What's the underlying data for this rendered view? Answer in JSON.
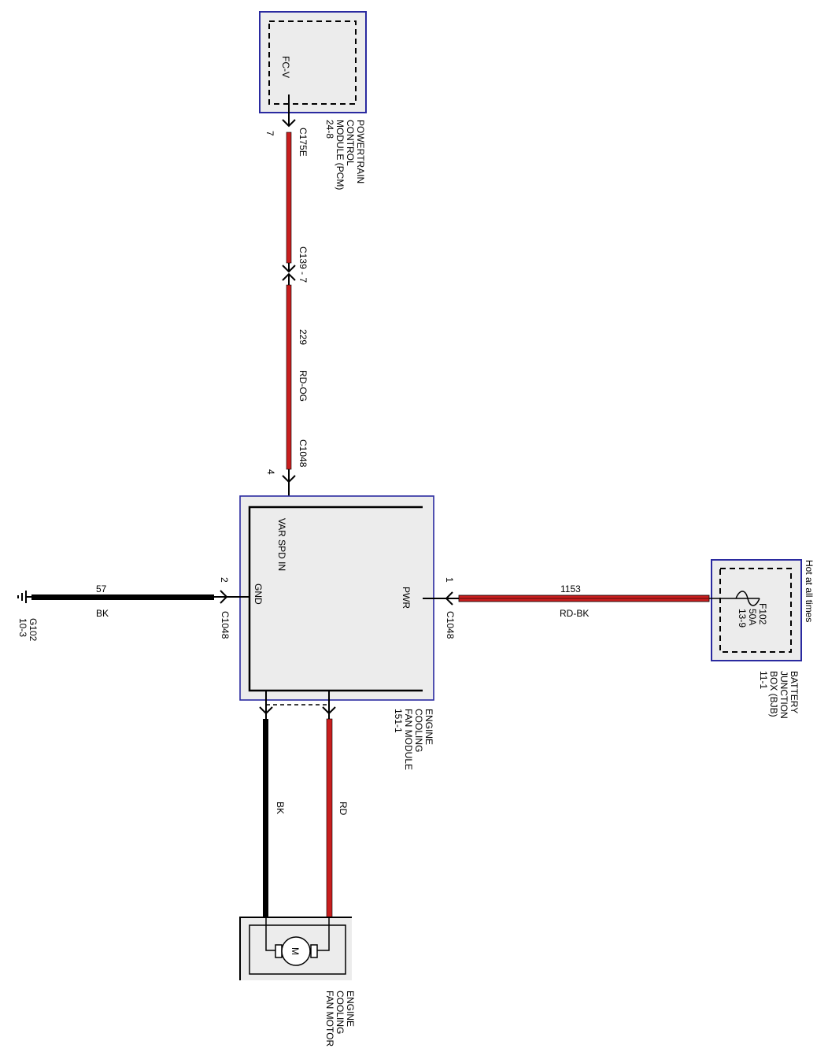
{
  "colors": {
    "wire_red": "#c81e1e",
    "wire_black": "#000000",
    "wire_redblack_stripe": "#7a1010",
    "box_border": "#2a2aa0",
    "box_fill": "#ececec"
  },
  "pcm": {
    "pin_text": "FC-V",
    "connector": "C175E",
    "pin_number": "7",
    "name_lines": [
      "POWERTRAIN",
      "CONTROL",
      "MODULE (PCM)",
      "24-8"
    ]
  },
  "inline_connector": {
    "label": "C139 - 7"
  },
  "wire_229": {
    "circuit": "229",
    "color": "RD-OG"
  },
  "fan_module": {
    "connector_top": "C1048",
    "connector_top_pin": "4",
    "var_spd_in": "VAR SPD IN",
    "gnd": "GND",
    "pwr": "PWR",
    "gnd_pin": "2",
    "gnd_connector": "C1048",
    "pwr_pin": "1",
    "pwr_connector": "C1048",
    "name_lines": [
      "ENGINE",
      "COOLING",
      "FAN MODULE",
      "151-1"
    ]
  },
  "ground": {
    "circuit": "57",
    "color": "BK",
    "id_lines": [
      "G102",
      "10-3"
    ]
  },
  "power_wire": {
    "circuit": "1153",
    "color": "RD-BK"
  },
  "bjb": {
    "fuse_lines": [
      "F102",
      "50A",
      "13-9"
    ],
    "hot_label": "Hot at all times",
    "name_lines": [
      "BATTERY",
      "JUNCTION",
      "BOX (BJB)",
      "11-1"
    ]
  },
  "motor_wires": {
    "left_color": "BK",
    "right_color": "RD"
  },
  "motor": {
    "symbol": "M",
    "name_lines": [
      "ENGINE",
      "COOLING",
      "FAN MOTOR"
    ]
  }
}
